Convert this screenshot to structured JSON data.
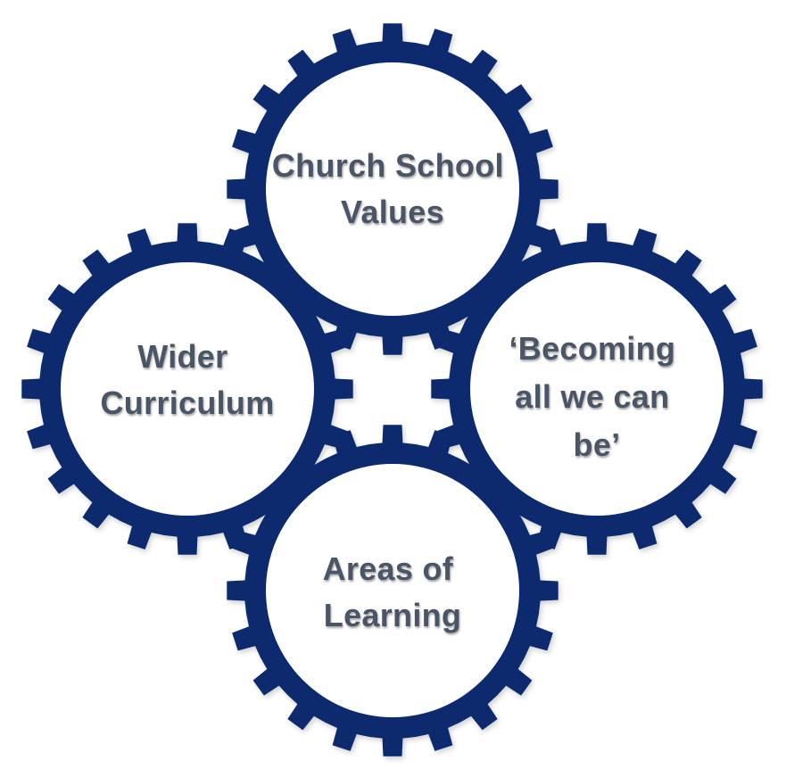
{
  "colors": {
    "gear": "#0c2b6e",
    "gear_fill": "#ffffff",
    "text": "#4a5566"
  },
  "gears": [
    {
      "id": "top",
      "lines": [
        "Church School",
        "Values"
      ]
    },
    {
      "id": "left",
      "lines": [
        "Wider",
        "Curriculum"
      ]
    },
    {
      "id": "right",
      "lines": [
        "‘Becoming",
        "all we can",
        "be’"
      ]
    },
    {
      "id": "bottom",
      "lines": [
        "Areas of",
        "Learning"
      ]
    }
  ]
}
